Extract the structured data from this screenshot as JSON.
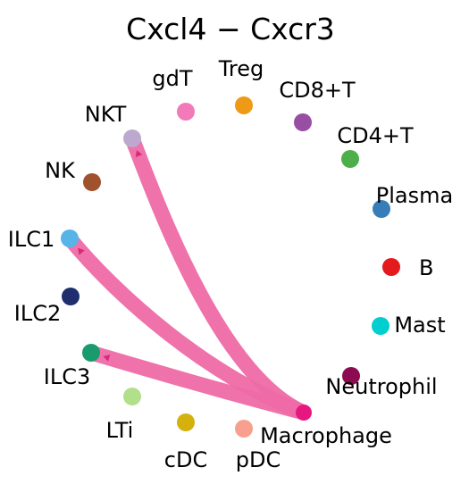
{
  "title": "Cxcl4  − Cxcr3",
  "edge_color": "#ee6aa7",
  "nodes": [
    {
      "id": "gdT",
      "label": "gdT",
      "color": "#f27ab8"
    },
    {
      "id": "Treg",
      "label": "Treg",
      "color": "#ef9a16"
    },
    {
      "id": "CD8T",
      "label": "CD8+T",
      "color": "#984ea3"
    },
    {
      "id": "CD4T",
      "label": "CD4+T",
      "color": "#4daf4a"
    },
    {
      "id": "Plasma",
      "label": "Plasma",
      "color": "#377eb8"
    },
    {
      "id": "B",
      "label": "B",
      "color": "#e41a1c"
    },
    {
      "id": "Mast",
      "label": "Mast",
      "color": "#00ced1"
    },
    {
      "id": "Neutrophil",
      "label": "Neutrophil",
      "color": "#8b0a50"
    },
    {
      "id": "Macrophage",
      "label": "Macrophage",
      "color": "#e6187f"
    },
    {
      "id": "pDC",
      "label": "pDC",
      "color": "#f7a08f"
    },
    {
      "id": "cDC",
      "label": "cDC",
      "color": "#d4b10c"
    },
    {
      "id": "LTi",
      "label": "LTi",
      "color": "#b2df8a"
    },
    {
      "id": "ILC3",
      "label": "ILC3",
      "color": "#1a9b6e"
    },
    {
      "id": "ILC2",
      "label": "ILC2",
      "color": "#1f2f6e"
    },
    {
      "id": "ILC1",
      "label": "ILC1",
      "color": "#56b4e9"
    },
    {
      "id": "NK",
      "label": "NK",
      "color": "#a0522d"
    },
    {
      "id": "NKT",
      "label": "NKT",
      "color": "#bda9cf"
    }
  ],
  "edges": [
    {
      "source": "NKT",
      "target": "Macrophage"
    },
    {
      "source": "ILC1",
      "target": "Macrophage"
    },
    {
      "source": "ILC3",
      "target": "Macrophage"
    }
  ]
}
